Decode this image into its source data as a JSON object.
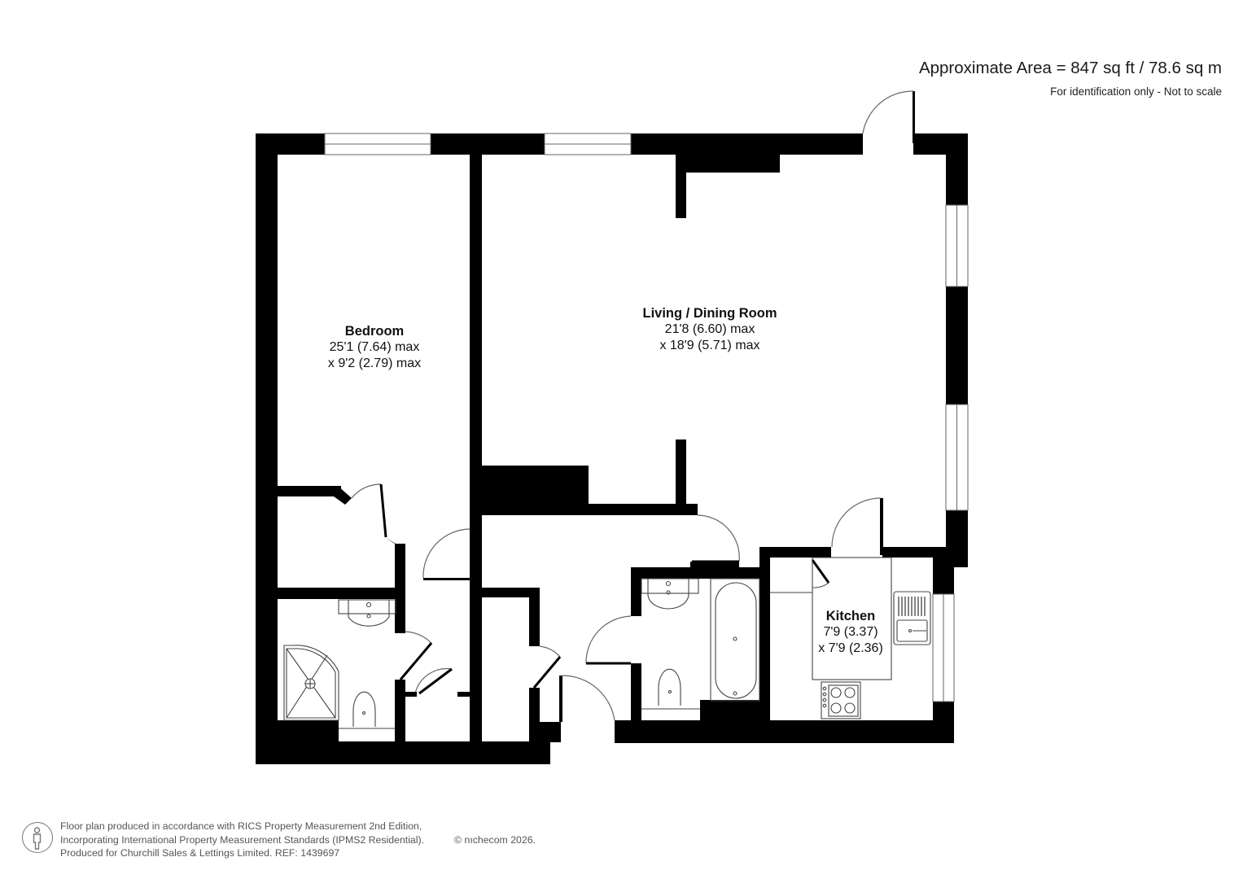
{
  "header": {
    "area": "Approximate Area = 847 sq ft / 78.6 sq m",
    "disclaimer": "For identification only - Not to scale"
  },
  "rooms": [
    {
      "name": "Bedroom",
      "dim1": "25'1 (7.64) max",
      "dim2": "x 9'2 (2.79) max"
    },
    {
      "name": "Living / Dining Room",
      "dim1": "21'8 (6.60) max",
      "dim2": "x 18'9 (5.71) max"
    },
    {
      "name": "Kitchen",
      "dim1": "7'9 (3.37)",
      "dim2": "x 7'9 (2.36)"
    }
  ],
  "fixtures": [
    "shower-tray",
    "ensuite-basin",
    "ensuite-wc",
    "bathroom-basin",
    "bath",
    "bathroom-wc",
    "kitchen-sink",
    "hob"
  ],
  "footer": {
    "line1": "Floor plan produced in accordance with RICS Property Measurement 2nd Edition,",
    "line2": "Incorporating International Property Measurement Standards (IPMS2 Residential).",
    "copyright": "© nıchecom 2026.",
    "line3": "Produced for Churchill Sales & Lettings Limited.   REF:  1439697",
    "logo_icon": "person-icon"
  },
  "colors": {
    "wall": "#000000",
    "line": "#555555",
    "text": "#111111",
    "footer_text": "#555555"
  }
}
